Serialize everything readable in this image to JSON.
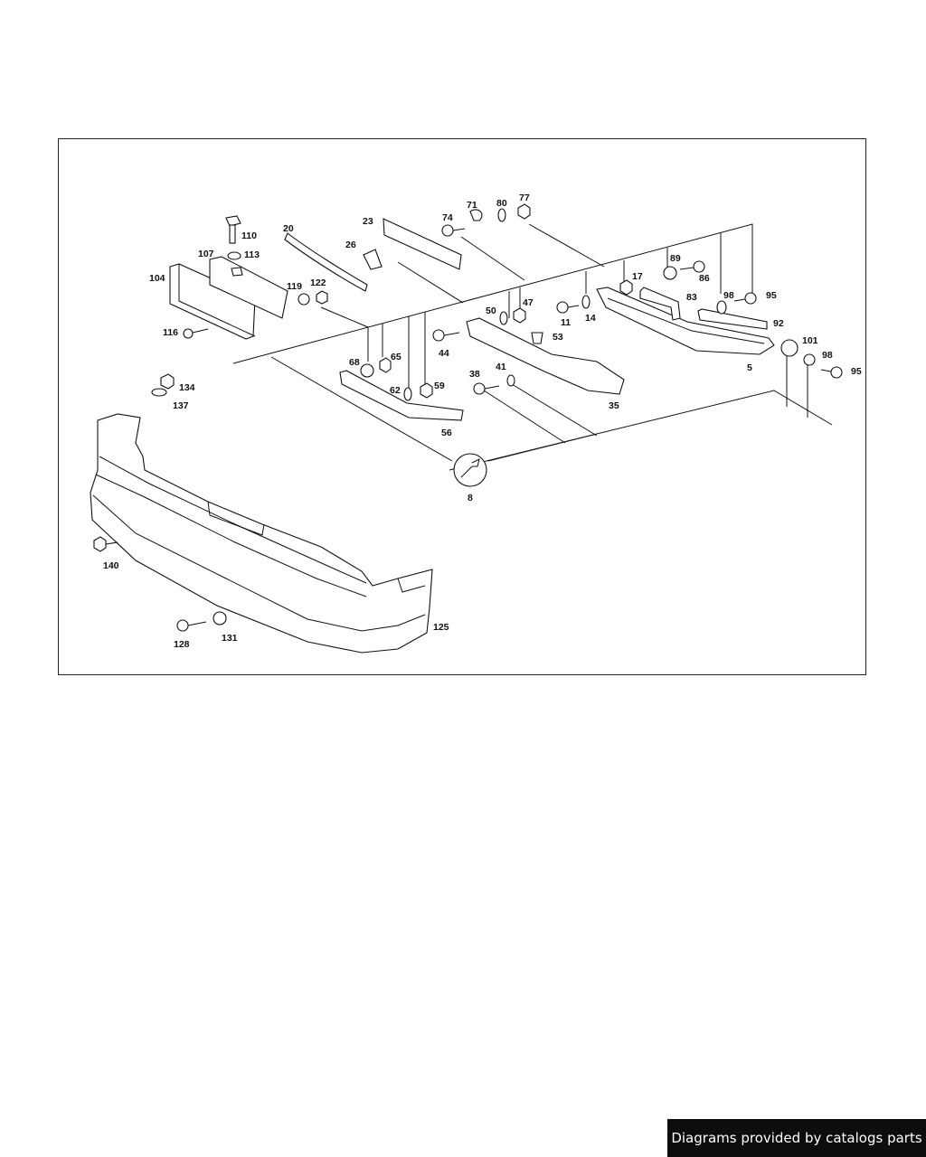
{
  "diagram": {
    "part_numbers": [
      "110",
      "20",
      "23",
      "26",
      "74",
      "71",
      "80",
      "77",
      "107",
      "113",
      "104",
      "119",
      "122",
      "116",
      "17",
      "89",
      "86",
      "83",
      "98",
      "95",
      "50",
      "47",
      "11",
      "14",
      "53",
      "44",
      "68",
      "65",
      "92",
      "101",
      "5",
      "62",
      "59",
      "38",
      "41",
      "35",
      "56",
      "134",
      "137",
      "8",
      "140",
      "125",
      "128",
      "131"
    ]
  },
  "watermark": {
    "text": "Diagrams provided by catalogs parts"
  }
}
